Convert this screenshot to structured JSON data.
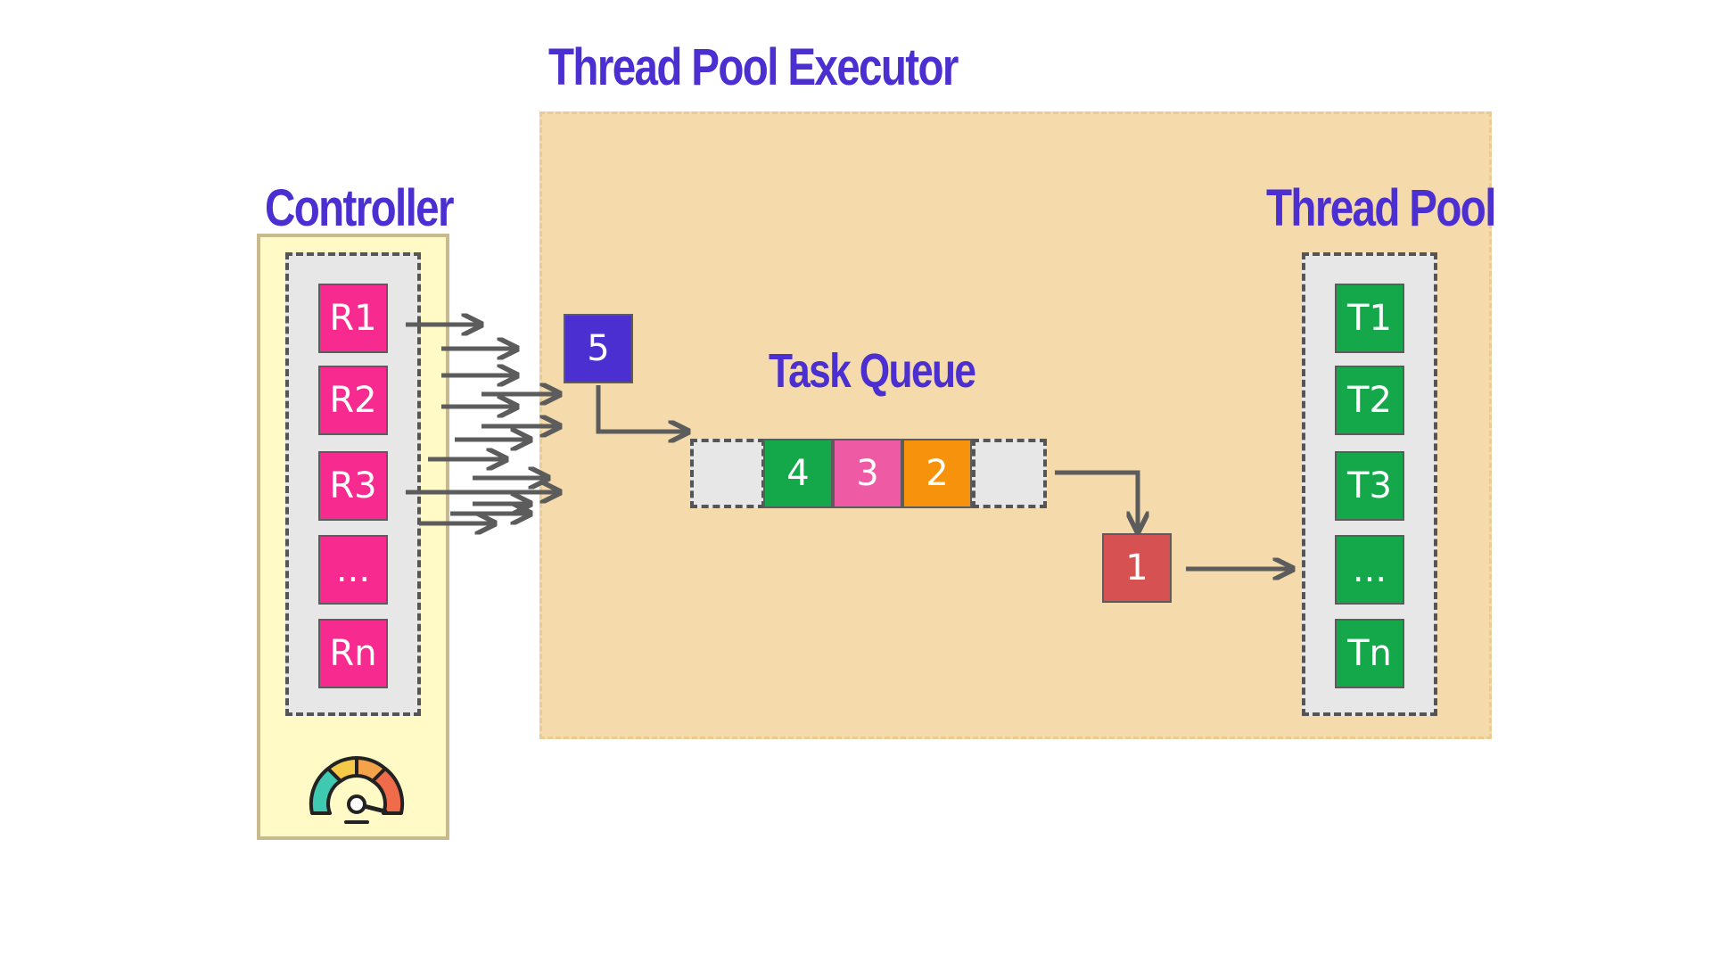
{
  "titles": {
    "executor": "Thread Pool Executor",
    "controller": "Controller",
    "thread_pool": "Thread Pool",
    "task_queue": "Task Queue"
  },
  "controller": {
    "requests": [
      "R1",
      "R2",
      "R3",
      "...",
      "Rn"
    ],
    "icon": "speedometer-icon"
  },
  "thread_pool": {
    "threads": [
      "T1",
      "T2",
      "T3",
      "...",
      "Tn"
    ]
  },
  "incoming_task": "5",
  "task_queue": {
    "items": [
      "4",
      "3",
      "2"
    ]
  },
  "active_task": "1",
  "colors": {
    "title": "#4b2fd0",
    "request": "#f72a8f",
    "thread": "#14a84a",
    "executor_bg": "#f5dbab",
    "controller_bg": "#fffac6",
    "task_5": "#4b2fd0",
    "task_4": "#14a84a",
    "task_3": "#ef5aa5",
    "task_2": "#f7920c",
    "task_1": "#d65252",
    "arrow": "#5c5c5c"
  }
}
